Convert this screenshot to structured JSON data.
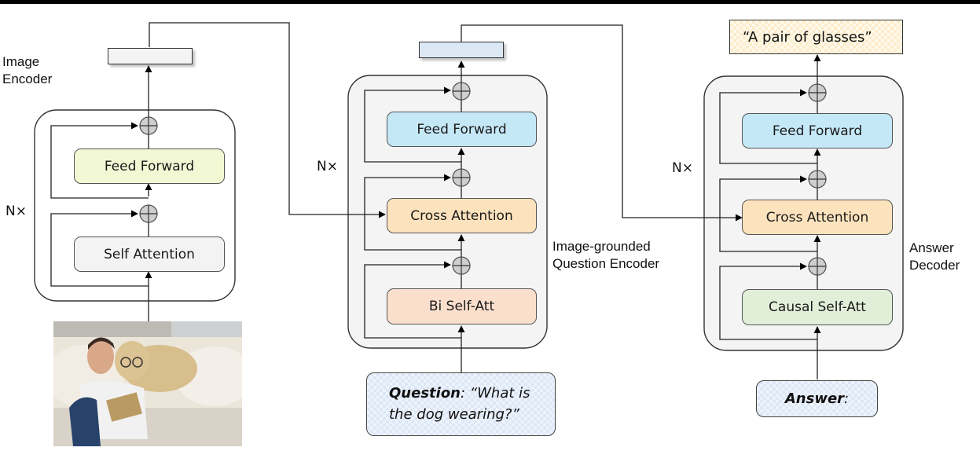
{
  "image_encoder": {
    "label_line1": "Image",
    "label_line2": "Encoder",
    "repeat": "N×",
    "blocks": {
      "feed_forward": "Feed Forward",
      "self_attention": "Self Attention"
    },
    "colors": {
      "feed_forward": "#f2f8d4",
      "self_attention": "#f3f3f3",
      "container": "#ffffff",
      "output_token": "#f4f4f4"
    },
    "input": {
      "type": "photo",
      "description": "Man reading a book on a sofa with a dog wearing glasses"
    }
  },
  "question_encoder": {
    "label_line1": "Image-grounded",
    "label_line2": "Question Encoder",
    "repeat": "N×",
    "blocks": {
      "feed_forward": "Feed Forward",
      "cross_attention": "Cross Attention",
      "bi_self_att": "Bi Self-Att"
    },
    "colors": {
      "feed_forward": "#c5e8f7",
      "cross_attention": "#fde3bd",
      "bi_self_att": "#fbdfcd",
      "container": "#f4f4f4",
      "output_token": "#dde8f5"
    },
    "input": {
      "bold_prefix": "Question",
      "text_line1": ": “What is",
      "text_line2": "the dog wearing?”"
    }
  },
  "answer_decoder": {
    "label_line1": "Answer",
    "label_line2": "Decoder",
    "repeat": "N×",
    "blocks": {
      "feed_forward": "Feed Forward",
      "cross_attention": "Cross Attention",
      "causal_self_att": "Causal Self-Att"
    },
    "colors": {
      "feed_forward": "#c5e8f7",
      "cross_attention": "#fde3bd",
      "causal_self_att": "#e1efd9",
      "container": "#f4f4f4"
    },
    "input": {
      "bold_prefix": "Answer",
      "suffix": ":"
    },
    "output": "“A pair of glasses”"
  },
  "icons": {
    "add": "circle-plus (residual add)",
    "arrow": "arrowhead"
  }
}
